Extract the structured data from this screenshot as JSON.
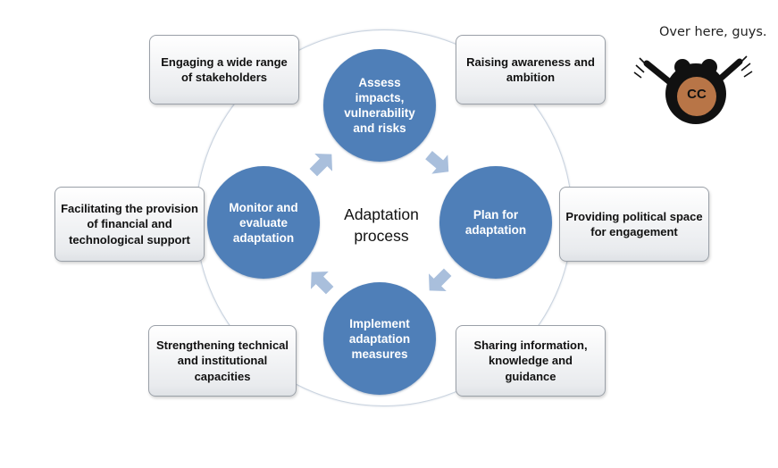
{
  "diagram": {
    "center_label": "Adaptation process",
    "cycle": [
      {
        "key": "assess",
        "label": "Assess impacts, vulnerability and risks"
      },
      {
        "key": "plan",
        "label": "Plan for adaptation"
      },
      {
        "key": "implement",
        "label": "Implement adaptation measures"
      },
      {
        "key": "monitor",
        "label": "Monitor and evaluate adaptation"
      }
    ],
    "boxes": [
      {
        "key": "stakeholders",
        "label": "Engaging a wide range of stakeholders"
      },
      {
        "key": "awareness",
        "label": "Raising awareness and ambition"
      },
      {
        "key": "financial",
        "label": "Facilitating the provision of financial and technological support"
      },
      {
        "key": "political",
        "label": "Providing political space for engagement"
      },
      {
        "key": "capacities",
        "label": "Strengthening technical and institutional capacities"
      },
      {
        "key": "sharing",
        "label": "Sharing information, knowledge and guidance"
      }
    ]
  },
  "mascot": {
    "caption": "Over here, guys.",
    "badge_text": "CC"
  },
  "colors": {
    "node_fill": "#4f7fb8",
    "arrow_fill": "#a9bfdc",
    "mascot_face": "#b87547"
  }
}
